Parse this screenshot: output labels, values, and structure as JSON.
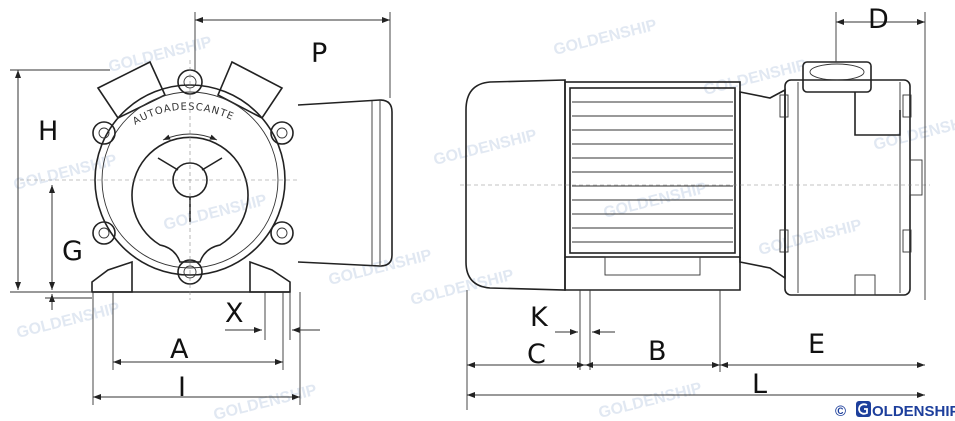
{
  "front_view": {
    "embossed_text": "AUTOADESCANTE",
    "labels": {
      "P": "P",
      "H": "H",
      "G": "G",
      "X": "X",
      "A": "A",
      "I": "I"
    }
  },
  "side_view": {
    "labels": {
      "D": "D",
      "K": "K",
      "C": "C",
      "B": "B",
      "E": "E",
      "L": "L"
    }
  },
  "watermark": "GOLDENSHIP",
  "copyright": {
    "symbol": "©",
    "brand": "GOLDENSHIP"
  },
  "colors": {
    "line": "#222222",
    "brand": "#1d3f9c",
    "watermark": "#c9d6e8"
  }
}
